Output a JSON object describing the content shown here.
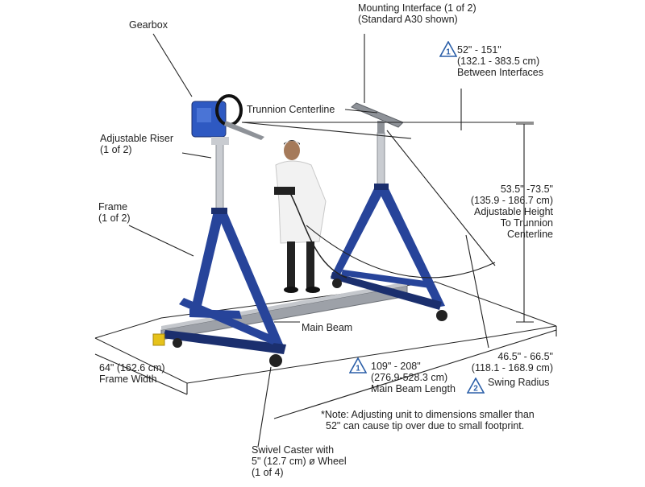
{
  "labels": {
    "gearbox": "Gearbox",
    "mounting_interface_1": "Mounting Interface (1 of 2)",
    "mounting_interface_2": "(Standard A30 shown)",
    "between_1": "52\" - 151\"",
    "between_2": "(132.1 - 383.5 cm)",
    "between_3": "Between Interfaces",
    "trunnion_centerline": "Trunnion Centerline",
    "adjustable_riser_1": "Adjustable Riser",
    "adjustable_riser_2": "(1 of 2)",
    "frame_1": "Frame",
    "frame_2": "(1 of 2)",
    "height_1": "53.5\" -73.5\"",
    "height_2": "(135.9 - 186.7 cm)",
    "height_3": "Adjustable Height",
    "height_4": "To Trunnion",
    "height_5": "Centerline",
    "main_beam": "Main Beam",
    "frame_width_1": "64\" (162.6 cm)",
    "frame_width_2": "Frame Width",
    "beam_length_1": "109\" - 208\"",
    "beam_length_2": "(276.9-528.3 cm)",
    "beam_length_3": "Main Beam Length",
    "swing_1": "46.5\" - 66.5\"",
    "swing_2": "(118.1 - 168.9 cm)",
    "swing_3": "Swing Radius",
    "note_1": "*Note: Adjusting unit to dimensions smaller than",
    "note_2": "52\" can cause tip over due to small footprint.",
    "caster_1": "Swivel Caster with",
    "caster_2": "5\" (12.7 cm) ø Wheel",
    "caster_3": "(1 of 4)"
  },
  "badges": {
    "warning_1": "1",
    "warning_2": "1",
    "warning_3": "2"
  },
  "colors": {
    "frame_blue": "#27449a",
    "frame_dark": "#1b2f6e",
    "riser_silver": "#c9ccd1",
    "beam_gray": "#9da1a8",
    "badge_blue": "#2b5fa8",
    "line": "#222222"
  }
}
